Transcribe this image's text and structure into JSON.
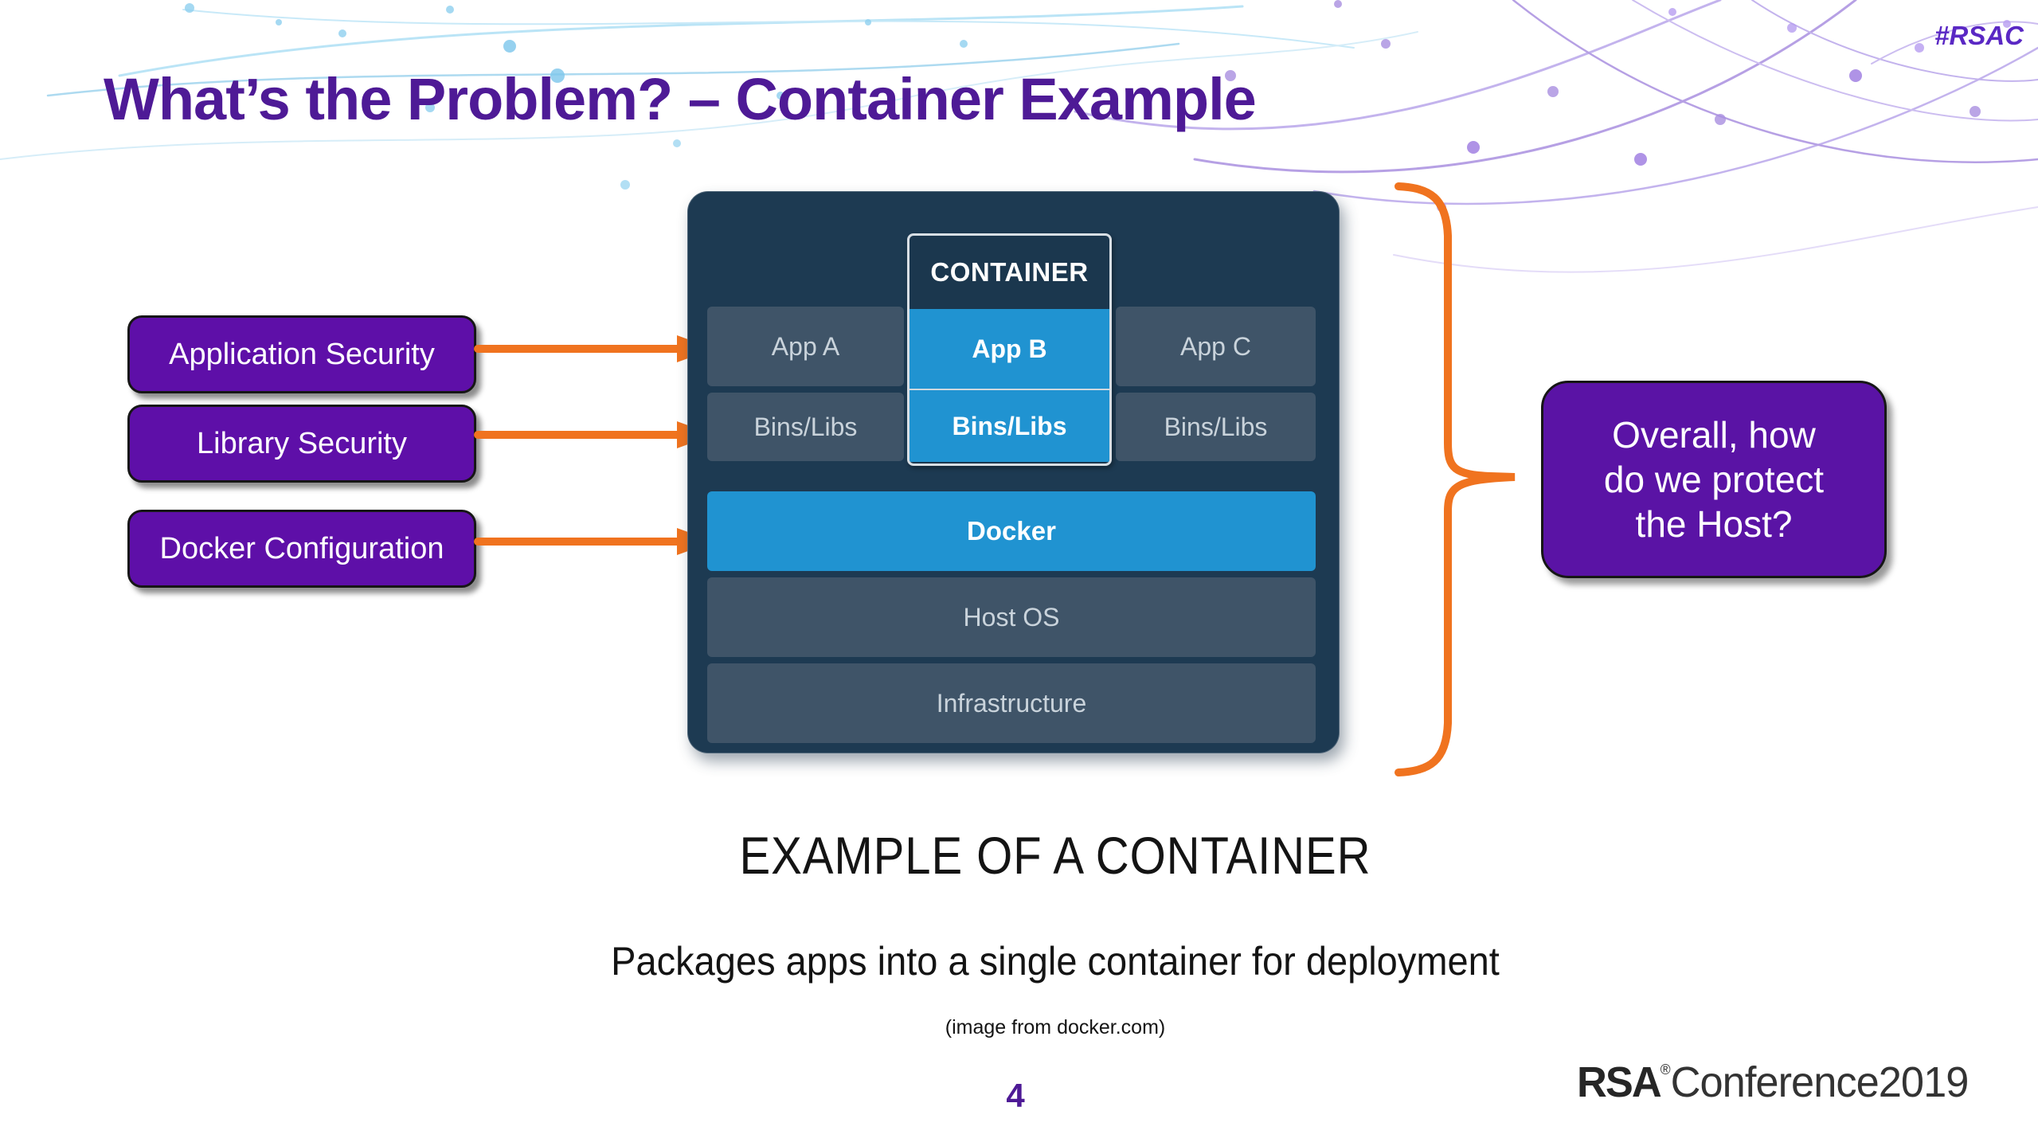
{
  "slide": {
    "hashtag": "#RSAC",
    "title": "What’s the Problem? – Container Example",
    "page_number": "4",
    "footer_logo": {
      "brand": "RSA",
      "reg": "®",
      "rest": "Conference2019"
    }
  },
  "labels": [
    {
      "text": "Application Security"
    },
    {
      "text": "Library Security"
    },
    {
      "text": "Docker Configuration"
    }
  ],
  "diagram": {
    "container_label": "CONTAINER",
    "columns": [
      {
        "app": "App A",
        "bins": "Bins/Libs",
        "highlight": false
      },
      {
        "app": "App B",
        "bins": "Bins/Libs",
        "highlight": true
      },
      {
        "app": "App C",
        "bins": "Bins/Libs",
        "highlight": false
      }
    ],
    "layers": [
      {
        "text": "Docker",
        "highlight": true
      },
      {
        "text": "Host OS",
        "highlight": false
      },
      {
        "text": "Infrastructure",
        "highlight": false
      }
    ]
  },
  "callout": {
    "text": "Overall, how do we protect the Host?",
    "lines": [
      "Overall, how",
      "do we protect",
      "the Host?"
    ]
  },
  "caption": {
    "heading": "EXAMPLE OF A CONTAINER",
    "subheading": "Packages apps into a single container for deployment",
    "credit": "(image from docker.com)"
  },
  "colors": {
    "title_purple": "#4e1a96",
    "label_purple": "#5e0fa8",
    "callout_purple": "#5a13a5",
    "arrow_orange": "#f0731f",
    "diagram_navy": "#1d3a52",
    "diagram_slate": "#3f5468",
    "diagram_blue": "#2093d1",
    "hashtag_purple": "#5a28c4"
  }
}
